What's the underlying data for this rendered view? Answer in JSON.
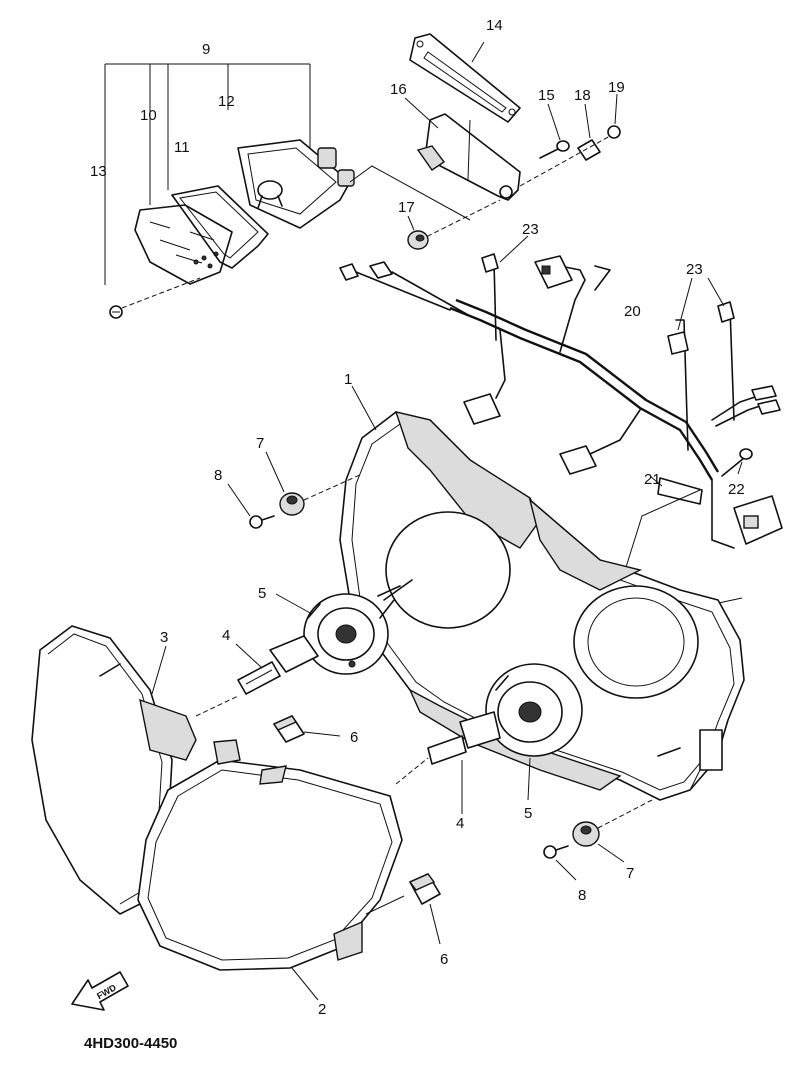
{
  "diagram": {
    "drawing_code": "4HD300-4450",
    "direction_arrow_label": "FWD"
  },
  "callouts": [
    {
      "id": "c1",
      "label": "1"
    },
    {
      "id": "c2",
      "label": "2"
    },
    {
      "id": "c3",
      "label": "3"
    },
    {
      "id": "c4a",
      "label": "4"
    },
    {
      "id": "c4b",
      "label": "4"
    },
    {
      "id": "c5a",
      "label": "5"
    },
    {
      "id": "c5b",
      "label": "5"
    },
    {
      "id": "c6a",
      "label": "6"
    },
    {
      "id": "c6b",
      "label": "6"
    },
    {
      "id": "c7a",
      "label": "7"
    },
    {
      "id": "c7b",
      "label": "7"
    },
    {
      "id": "c8a",
      "label": "8"
    },
    {
      "id": "c8b",
      "label": "8"
    },
    {
      "id": "c9",
      "label": "9"
    },
    {
      "id": "c10",
      "label": "10"
    },
    {
      "id": "c11",
      "label": "11"
    },
    {
      "id": "c12",
      "label": "12"
    },
    {
      "id": "c13",
      "label": "13"
    },
    {
      "id": "c14",
      "label": "14"
    },
    {
      "id": "c15",
      "label": "15"
    },
    {
      "id": "c16",
      "label": "16"
    },
    {
      "id": "c17",
      "label": "17"
    },
    {
      "id": "c18",
      "label": "18"
    },
    {
      "id": "c19",
      "label": "19"
    },
    {
      "id": "c20",
      "label": "20"
    },
    {
      "id": "c21",
      "label": "21"
    },
    {
      "id": "c22",
      "label": "22"
    },
    {
      "id": "c23a",
      "label": "23"
    },
    {
      "id": "c23b",
      "label": "23"
    }
  ]
}
